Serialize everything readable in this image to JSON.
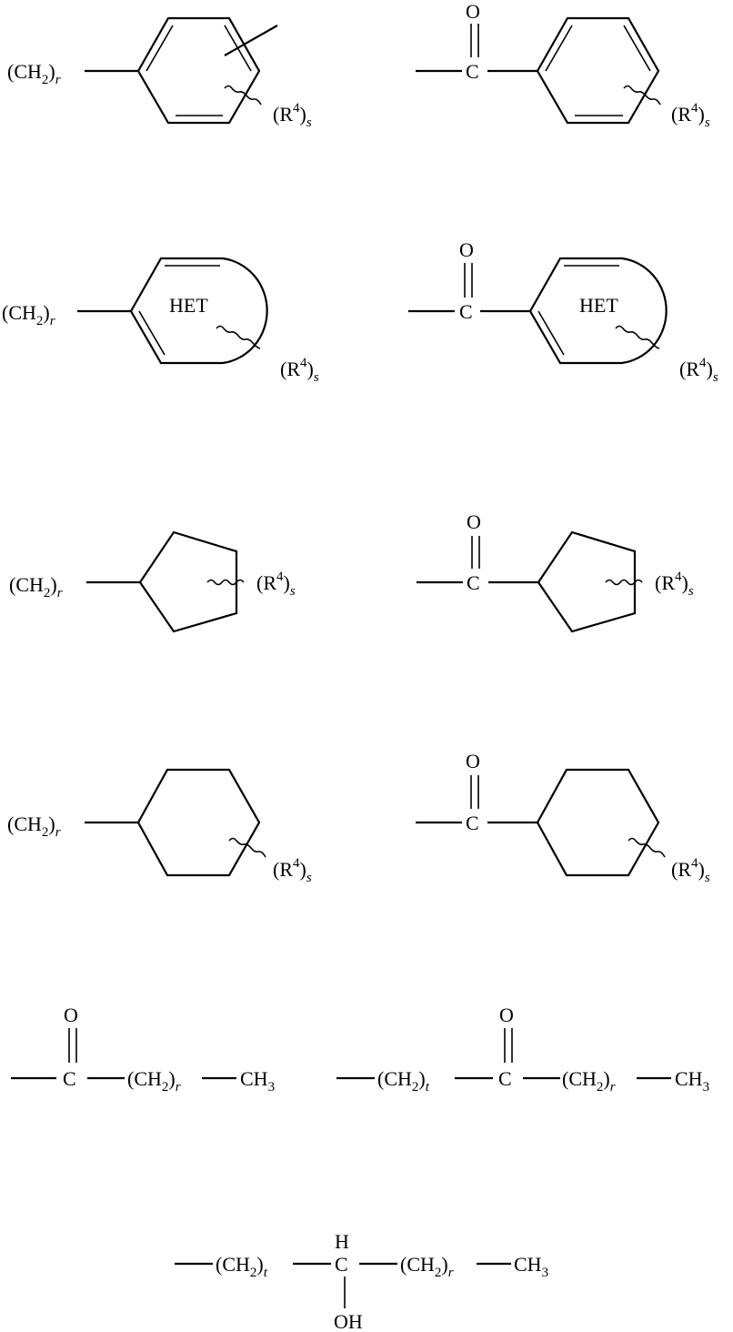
{
  "diagram": {
    "type": "chemical-structure-sheet",
    "background": "#ffffff",
    "line_color": "#000000",
    "structures": [
      {
        "id": "benzyl-chain",
        "ring": "benzene",
        "linker": "(CH2)r",
        "substituent": "(R4)s",
        "extra_bond": "ring-attachment line"
      },
      {
        "id": "benzoyl",
        "ring": "benzene",
        "linker": "C=O",
        "substituent": "(R4)s"
      },
      {
        "id": "het-chain",
        "ring": "HET",
        "linker": "(CH2)r",
        "substituent": "(R4)s"
      },
      {
        "id": "het-carbonyl",
        "ring": "HET",
        "linker": "C=O",
        "substituent": "(R4)s"
      },
      {
        "id": "cyclopentyl-chain",
        "ring": "cyclopentane",
        "linker": "(CH2)r",
        "substituent": "(R4)s"
      },
      {
        "id": "cyclopentyl-carbonyl",
        "ring": "cyclopentane",
        "linker": "C=O",
        "substituent": "(R4)s"
      },
      {
        "id": "cyclohexyl-chain",
        "ring": "cyclohexane",
        "linker": "(CH2)r",
        "substituent": "(R4)s"
      },
      {
        "id": "cyclohexyl-carbonyl",
        "ring": "cyclohexane",
        "linker": "C=O",
        "substituent": "(R4)s"
      },
      {
        "id": "acyl-chain",
        "formula": "-C(=O)-(CH2)r-CH3"
      },
      {
        "id": "keto-chain",
        "formula": "-(CH2)t-C(=O)-(CH2)r-CH3"
      },
      {
        "id": "hydroxy-chain",
        "formula": "-(CH2)t-CH(OH)-(CH2)r-CH3"
      }
    ]
  },
  "labels": {
    "ch2_main": "(CH",
    "ch2_sub": "2",
    "ch2_close": ")",
    "r": "r",
    "t": "t",
    "s": "s",
    "r4_open": "(R",
    "r4_sup": "4",
    "r4_close": ")",
    "c": "C",
    "o": "O",
    "h": "H",
    "oh": "OH",
    "ch3_main": "CH",
    "ch3_sub": "3",
    "het": "HET"
  }
}
